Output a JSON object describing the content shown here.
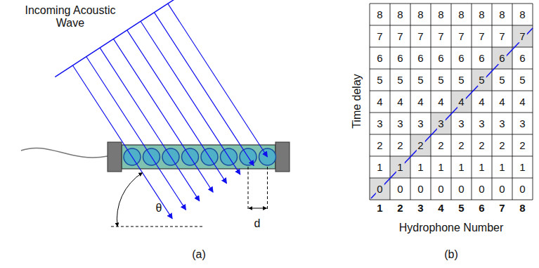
{
  "diagram": {
    "labels": [
      "Incoming Acoustic Wave",
      "θ",
      "d",
      "(a)",
      "Time delay",
      "Hydrophone Number",
      "(b)",
      "8",
      "8",
      "8",
      "8",
      "8",
      "8",
      "8",
      "8",
      "7",
      "7",
      "7",
      "7",
      "7",
      "7",
      "7",
      "7",
      "6",
      "6",
      "6",
      "6",
      "6",
      "6",
      "6",
      "6",
      "5",
      "5",
      "5",
      "5",
      "5",
      "5",
      "5",
      "5",
      "4",
      "4",
      "4",
      "4",
      "4",
      "4",
      "4",
      "4",
      "3",
      "3",
      "3",
      "3",
      "3",
      "3",
      "3",
      "3",
      "2",
      "2",
      "2",
      "2",
      "2",
      "2",
      "2",
      "2",
      "1",
      "1",
      "1",
      "1",
      "1",
      "1",
      "1",
      "1",
      "0",
      "0",
      "0",
      "0",
      "0",
      "0",
      "0",
      "0",
      "1",
      "2",
      "3",
      "4",
      "5",
      "6",
      "7",
      "8"
    ]
  }
}
